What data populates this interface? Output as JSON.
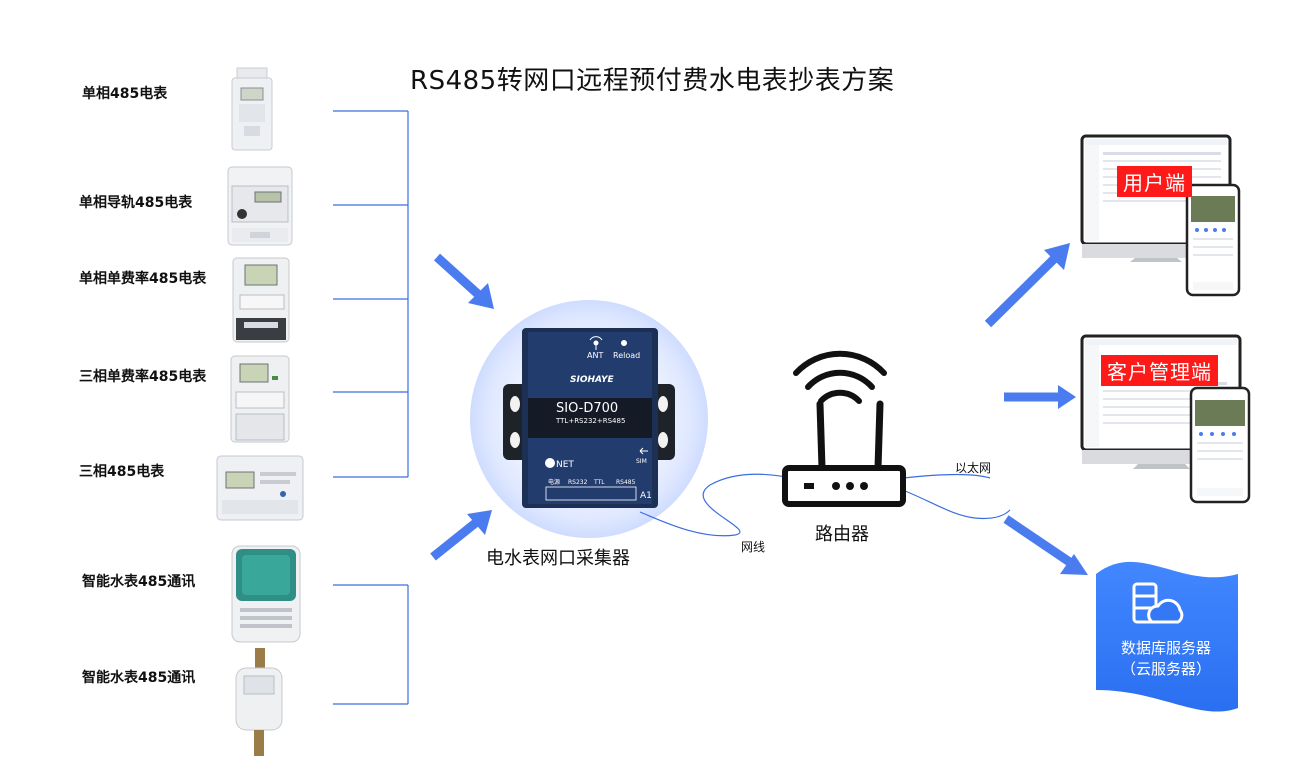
{
  "title": "RS485转网口远程预付费水电表抄表方案",
  "meters": [
    {
      "label": "单相485电表"
    },
    {
      "label": "单相导轨485电表"
    },
    {
      "label": "单相单费率485电表"
    },
    {
      "label": "三相单费率485电表"
    },
    {
      "label": "三相485电表"
    },
    {
      "label": "智能水表485通讯"
    },
    {
      "label": "智能水表485通讯"
    }
  ],
  "collector": {
    "label": "电水表网口采集器",
    "brand": "SIOHAYE",
    "model": "SIO-D700",
    "interfaces": "TTL+RS232+RS485",
    "ant": "ANT",
    "reload": "Reload",
    "net": "NET",
    "sim": "SIM",
    "port_power": "电源",
    "port_rs232": "RS232",
    "port_ttl": "TTL",
    "port_rs485": "RS485",
    "port_a1": "A1"
  },
  "router": {
    "label": "路由器"
  },
  "cable_label": "网线",
  "ethernet_label": "以太网",
  "user_end": {
    "label": "用户端"
  },
  "customer_end": {
    "label": "客户管理端"
  },
  "cloud": {
    "line1": "数据库服务器",
    "line2": "（云服务器）"
  },
  "colors": {
    "accent": "#4a7cf0",
    "line": "#3a6ee0",
    "badge": "#ff1a1a",
    "device": "#1f3763",
    "cloud": "#3478f6"
  }
}
